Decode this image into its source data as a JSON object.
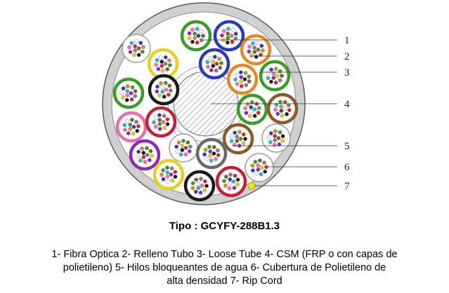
{
  "callouts": [
    {
      "number": "1"
    },
    {
      "number": "2"
    },
    {
      "number": "3"
    },
    {
      "number": "4"
    },
    {
      "number": "5"
    },
    {
      "number": "6"
    },
    {
      "number": "7"
    }
  ],
  "caption": {
    "title": "Tipo : GCYFY-288B1.3"
  },
  "legend": {
    "line1": "1-  Fibra Optica  2- Relleno Tubo  3- Loose Tube 4- CSM (FRP o con capas de",
    "line2": "polietileno)  5- Hilos bloqueantes de agua 6- Cubertura de Polietileno de",
    "line3": "alta densidad 7- Rip Cord"
  },
  "colors": {
    "jacket": "#cfd0cf",
    "jacket_edge": "#5a5a5a",
    "core_hatch": "#7a7a7a",
    "tube_palette": [
      "#3a9a2a",
      "#2a3ab8",
      "#e08a2a",
      "#8a5a2a",
      "#6a6a6a",
      "#f0f0f0",
      "#c0203a",
      "#1a1a1a",
      "#e8d020",
      "#8a2ab8",
      "#e070b0",
      "#3ab8c8"
    ],
    "fiber_palette": [
      "#2a3ab8",
      "#e08a2a",
      "#3a9a2a",
      "#8a5a2a",
      "#808080",
      "#e02030",
      "#111111",
      "#e8d020",
      "#8a2ab8",
      "#ff6fb0",
      "#2ab8d0",
      "#ffffff"
    ]
  }
}
